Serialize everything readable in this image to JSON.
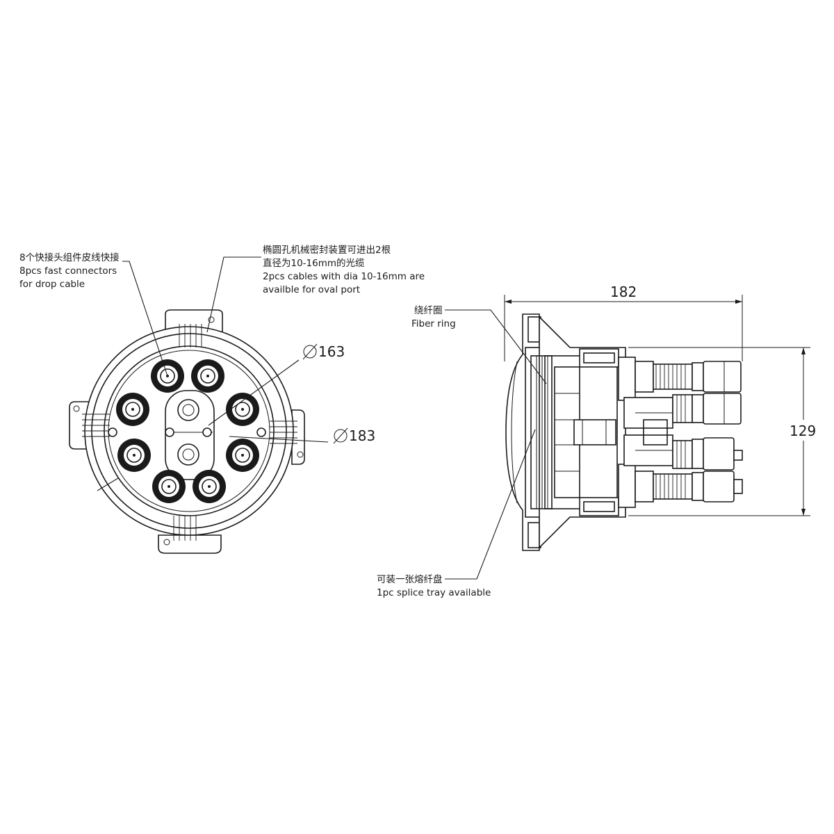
{
  "labels": {
    "connectors": {
      "zh": "8个快接头组件皮线快接",
      "en_line1": "8pcs fast connectors",
      "en_line2": "for drop cable"
    },
    "oval_port": {
      "zh_line1": "椭圆孔机械密封装置可进出2根",
      "zh_line2": "直径为10-16mm的光缆",
      "en_line1": "2pcs cables with dia 10-16mm are",
      "en_line2": "availble  for oval port"
    },
    "fiber_ring": {
      "zh": "绕纤圈",
      "en": "Fiber ring"
    },
    "splice_tray": {
      "zh": "可装一张熔纤盘",
      "en": "1pc splice tray available"
    }
  },
  "dimensions": {
    "inner_diameter": "163",
    "outer_diameter": "183",
    "length": "182",
    "height": "129"
  },
  "icons": {
    "diameter": "diameter-symbol-icon"
  }
}
